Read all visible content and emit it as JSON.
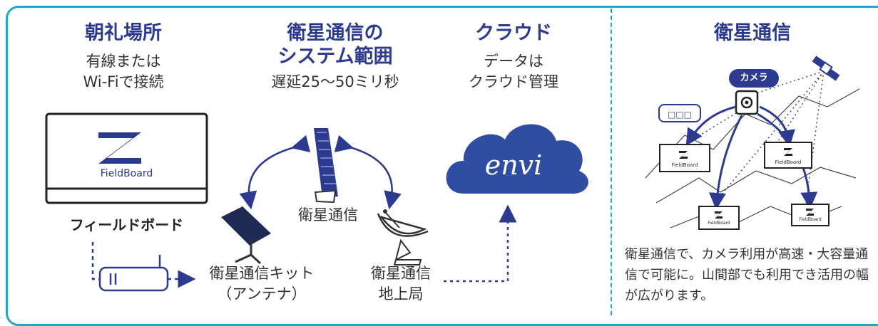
{
  "sections": {
    "assembly": {
      "title": "朝礼場所",
      "line1": "有線または",
      "line2": "Wi-Fiで接続"
    },
    "range": {
      "title_line1": "衛星通信の",
      "title_line2": "システム範囲",
      "sub": "遅延25〜50ミリ秒"
    },
    "cloud": {
      "title": "クラウド",
      "line1": "データは",
      "line2": "クラウド管理"
    },
    "satellite_panel": {
      "title": "衛星通信"
    }
  },
  "devices": {
    "fieldboard_logo": "FieldBoard",
    "fieldboard_label": "フィールドボード",
    "satellite_label": "衛星通信",
    "kit_line1": "衛星通信キット",
    "kit_line2": "（アンテナ）",
    "ground_line1": "衛星通信",
    "ground_line2": "地上局",
    "cloud_text": "envi"
  },
  "panel": {
    "camera_badge": "カメラ",
    "box_badge": "□□□",
    "mini_board_label": "FieldBoard",
    "caption": "衛星通信で、カメラ利用が高速・大容量通信で可能に。山間部でも利用でき活用の幅が広がります。"
  },
  "colors": {
    "navy": "#2c3b8f",
    "teal": "#20a6c8",
    "cloud": "#2f4da3"
  }
}
